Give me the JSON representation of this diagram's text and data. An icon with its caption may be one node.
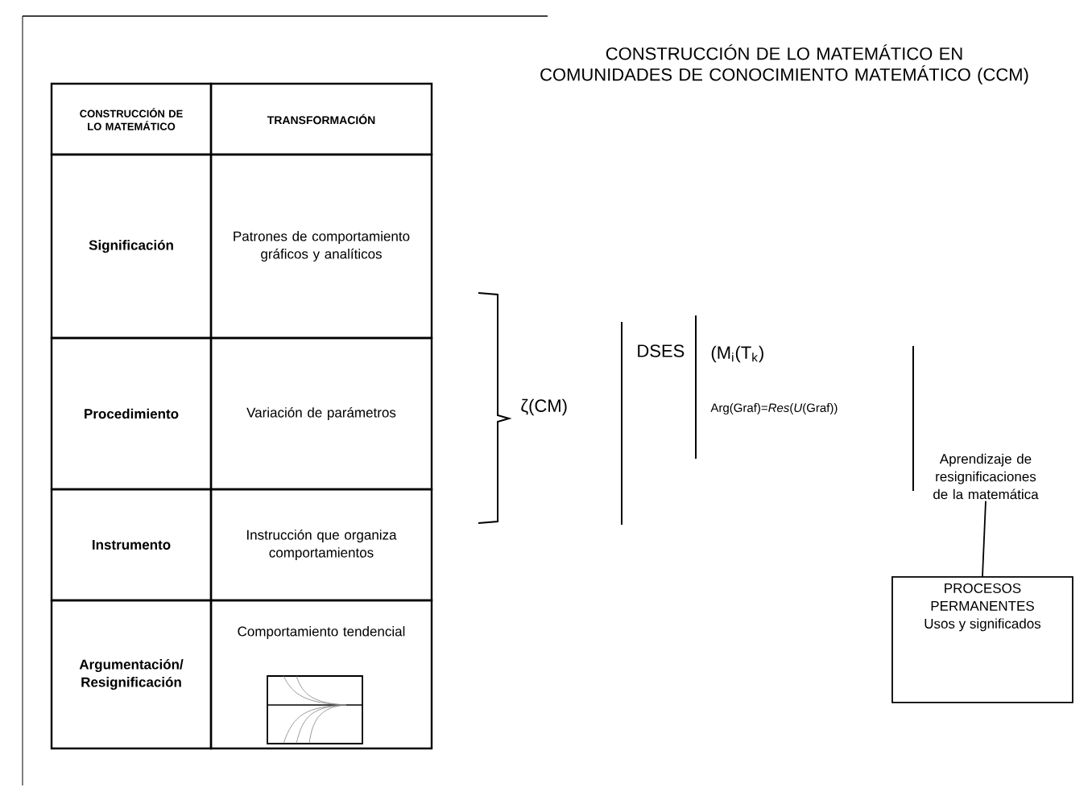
{
  "diagram": {
    "title": "CONSTRUCCIÓN DE LO MATEMÁTICO EN COMUNIDADES DE CONOCIMIENTO MATEMÁTICO (CCM)",
    "nodes": [
      {
        "text": [
          "Aprendizaje de resignificaciones de la matemática"
        ]
      },
      {
        "text": [
          "PROCESOS PERMANENTES",
          "Usos y significados"
        ]
      }
    ],
    "edges": [
      {
        "from": 0,
        "to": 1,
        "arrow": "none"
      }
    ],
    "labels": [
      "CONSTRUCCIÓN DE LO MATEMÁTICO",
      "TRANSFORMACIÓN",
      "Significación",
      "Patrones de comportamiento gráficos y analíticos",
      "Procedimiento",
      "Variación de parámetros",
      "Instrumento",
      "Instrucción que organiza comportamientos",
      "Argumentación/ Resignificación",
      "Comportamiento tendencial",
      "ζ(CM)",
      "DSES",
      "(M$_{i}$(T$_{k}$)",
      "Arg(Graf)=*Res*(*U*(Graf))"
    ]
  }
}
